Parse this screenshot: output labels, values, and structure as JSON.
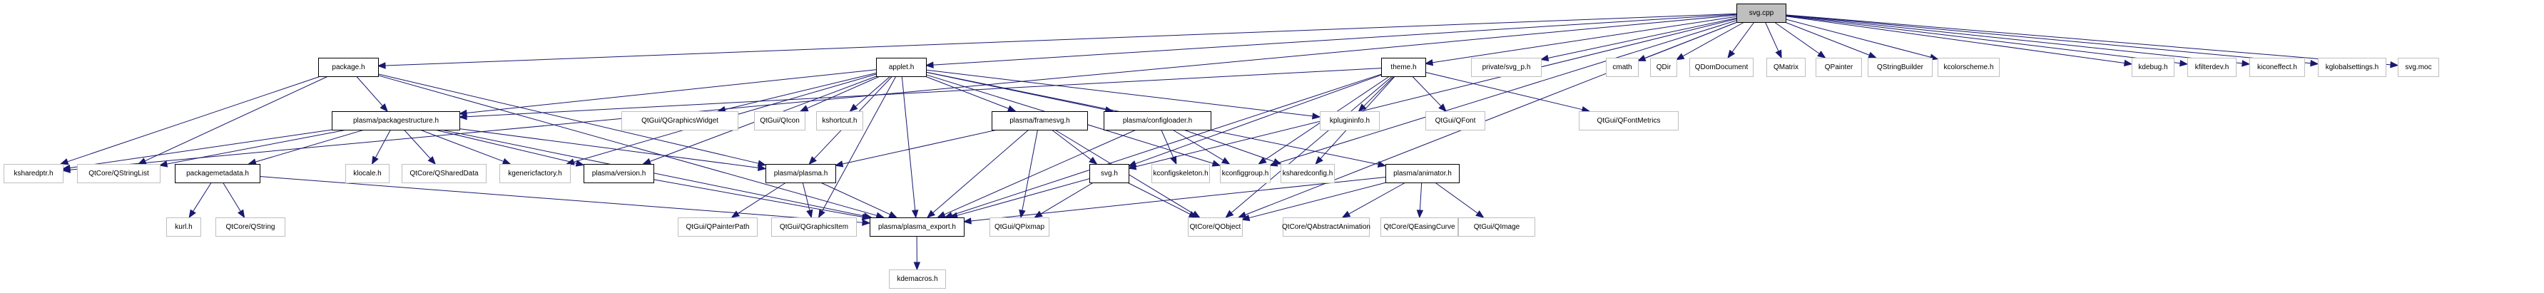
{
  "title": "svg.cpp include dependency graph",
  "colors": {
    "edge": "#191970",
    "root_fill": "#bfbfbf",
    "documented_border": "#000000",
    "external_border": "#bfbfbf"
  },
  "nodes": [
    {
      "id": "svg_cpp",
      "label": "svg.cpp",
      "kind": "root"
    },
    {
      "id": "package_h",
      "label": "package.h",
      "kind": "documented"
    },
    {
      "id": "applet_h",
      "label": "applet.h",
      "kind": "documented"
    },
    {
      "id": "theme_h",
      "label": "theme.h",
      "kind": "documented"
    },
    {
      "id": "private_svg_p_h",
      "label": "private/svg_p.h",
      "kind": "external"
    },
    {
      "id": "cmath",
      "label": "cmath",
      "kind": "external"
    },
    {
      "id": "QDir",
      "label": "QDir",
      "kind": "external"
    },
    {
      "id": "QDomDocument",
      "label": "QDomDocument",
      "kind": "external"
    },
    {
      "id": "QMatrix",
      "label": "QMatrix",
      "kind": "external"
    },
    {
      "id": "QPainter",
      "label": "QPainter",
      "kind": "external"
    },
    {
      "id": "QStringBuilder",
      "label": "QStringBuilder",
      "kind": "external"
    },
    {
      "id": "kcolorscheme_h",
      "label": "kcolorscheme.h",
      "kind": "external"
    },
    {
      "id": "kdebug_h",
      "label": "kdebug.h",
      "kind": "external"
    },
    {
      "id": "kfilterdev_h",
      "label": "kfilterdev.h",
      "kind": "external"
    },
    {
      "id": "kiconeffect_h",
      "label": "kiconeffect.h",
      "kind": "external"
    },
    {
      "id": "kglobalsettings_h",
      "label": "kglobalsettings.h",
      "kind": "external"
    },
    {
      "id": "svg_moc",
      "label": "svg.moc",
      "kind": "external"
    },
    {
      "id": "packagestructure_h",
      "label": "plasma/packagestructure.h",
      "kind": "documented"
    },
    {
      "id": "QGraphicsWidget",
      "label": "QtGui/QGraphicsWidget",
      "kind": "external"
    },
    {
      "id": "QIcon",
      "label": "QtGui/QIcon",
      "kind": "external"
    },
    {
      "id": "kshortcut_h",
      "label": "kshortcut.h",
      "kind": "external"
    },
    {
      "id": "framesvg_h",
      "label": "plasma/framesvg.h",
      "kind": "documented"
    },
    {
      "id": "configloader_h",
      "label": "plasma/configloader.h",
      "kind": "documented"
    },
    {
      "id": "kplugininfo_h",
      "label": "kplugininfo.h",
      "kind": "external"
    },
    {
      "id": "QFont",
      "label": "QtGui/QFont",
      "kind": "external"
    },
    {
      "id": "QFontMetrics",
      "label": "QtGui/QFontMetrics",
      "kind": "external"
    },
    {
      "id": "ksharedptr_h",
      "label": "ksharedptr.h",
      "kind": "external"
    },
    {
      "id": "QStringList",
      "label": "QtCore/QStringList",
      "kind": "external"
    },
    {
      "id": "packagemetadata_h",
      "label": "packagemetadata.h",
      "kind": "documented"
    },
    {
      "id": "klocale_h",
      "label": "klocale.h",
      "kind": "external"
    },
    {
      "id": "QSharedData",
      "label": "QtCore/QSharedData",
      "kind": "external"
    },
    {
      "id": "kgenericfactory_h",
      "label": "kgenericfactory.h",
      "kind": "external"
    },
    {
      "id": "version_h",
      "label": "plasma/version.h",
      "kind": "documented"
    },
    {
      "id": "plasma_h",
      "label": "plasma/plasma.h",
      "kind": "documented"
    },
    {
      "id": "svg_h",
      "label": "svg.h",
      "kind": "documented"
    },
    {
      "id": "kconfigskeleton_h",
      "label": "kconfigskeleton.h",
      "kind": "external"
    },
    {
      "id": "kconfiggroup_h",
      "label": "kconfiggroup.h",
      "kind": "external"
    },
    {
      "id": "ksharedconfig_h",
      "label": "ksharedconfig.h",
      "kind": "external"
    },
    {
      "id": "animator_h",
      "label": "plasma/animator.h",
      "kind": "documented"
    },
    {
      "id": "kurl_h",
      "label": "kurl.h",
      "kind": "external"
    },
    {
      "id": "QString",
      "label": "QtCore/QString",
      "kind": "external"
    },
    {
      "id": "QPainterPath",
      "label": "QtGui/QPainterPath",
      "kind": "external"
    },
    {
      "id": "QGraphicsItem",
      "label": "QtGui/QGraphicsItem",
      "kind": "external"
    },
    {
      "id": "plasma_export_h",
      "label": "plasma/plasma_export.h",
      "kind": "documented"
    },
    {
      "id": "QPixmap",
      "label": "QtGui/QPixmap",
      "kind": "external"
    },
    {
      "id": "QObject",
      "label": "QtCore/QObject",
      "kind": "external"
    },
    {
      "id": "QAbstractAnimation",
      "label": "QtCore/QAbstractAnimation",
      "kind": "external"
    },
    {
      "id": "QEasingCurve",
      "label": "QtCore/QEasingCurve",
      "kind": "external"
    },
    {
      "id": "QImage",
      "label": "QtGui/QImage",
      "kind": "external"
    },
    {
      "id": "kdemacros_h",
      "label": "kdemacros.h",
      "kind": "external"
    }
  ],
  "edges": [
    [
      "svg_cpp",
      "package_h"
    ],
    [
      "svg_cpp",
      "applet_h"
    ],
    [
      "svg_cpp",
      "theme_h"
    ],
    [
      "svg_cpp",
      "private_svg_p_h"
    ],
    [
      "svg_cpp",
      "cmath"
    ],
    [
      "svg_cpp",
      "QDir"
    ],
    [
      "svg_cpp",
      "QDomDocument"
    ],
    [
      "svg_cpp",
      "QMatrix"
    ],
    [
      "svg_cpp",
      "QPainter"
    ],
    [
      "svg_cpp",
      "QStringBuilder"
    ],
    [
      "svg_cpp",
      "kcolorscheme_h"
    ],
    [
      "svg_cpp",
      "kdebug_h"
    ],
    [
      "svg_cpp",
      "kfilterdev_h"
    ],
    [
      "svg_cpp",
      "kiconeffect_h"
    ],
    [
      "svg_cpp",
      "kglobalsettings_h"
    ],
    [
      "svg_cpp",
      "svg_moc"
    ],
    [
      "svg_cpp",
      "ksharedptr_h"
    ],
    [
      "svg_cpp",
      "svg_h"
    ],
    [
      "svg_cpp",
      "kconfiggroup_h"
    ],
    [
      "svg_cpp",
      "QObject"
    ],
    [
      "package_h",
      "packagestructure_h"
    ],
    [
      "package_h",
      "ksharedptr_h"
    ],
    [
      "package_h",
      "QStringList"
    ],
    [
      "package_h",
      "plasma_h"
    ],
    [
      "package_h",
      "plasma_export_h"
    ],
    [
      "applet_h",
      "packagestructure_h"
    ],
    [
      "applet_h",
      "QGraphicsWidget"
    ],
    [
      "applet_h",
      "QIcon"
    ],
    [
      "applet_h",
      "kshortcut_h"
    ],
    [
      "applet_h",
      "framesvg_h"
    ],
    [
      "applet_h",
      "configloader_h"
    ],
    [
      "applet_h",
      "kplugininfo_h"
    ],
    [
      "applet_h",
      "kgenericfactory_h"
    ],
    [
      "applet_h",
      "version_h"
    ],
    [
      "applet_h",
      "plasma_h"
    ],
    [
      "applet_h",
      "QGraphicsItem"
    ],
    [
      "applet_h",
      "kconfiggroup_h"
    ],
    [
      "applet_h",
      "animator_h"
    ],
    [
      "applet_h",
      "plasma_export_h"
    ],
    [
      "theme_h",
      "packagestructure_h"
    ],
    [
      "theme_h",
      "kplugininfo_h"
    ],
    [
      "theme_h",
      "QFont"
    ],
    [
      "theme_h",
      "QFontMetrics"
    ],
    [
      "theme_h",
      "ksharedconfig_h"
    ],
    [
      "theme_h",
      "svg_h"
    ],
    [
      "theme_h",
      "kconfiggroup_h"
    ],
    [
      "theme_h",
      "QObject"
    ],
    [
      "theme_h",
      "plasma_export_h"
    ],
    [
      "packagestructure_h",
      "ksharedptr_h"
    ],
    [
      "packagestructure_h",
      "QStringList"
    ],
    [
      "packagestructure_h",
      "packagemetadata_h"
    ],
    [
      "packagestructure_h",
      "klocale_h"
    ],
    [
      "packagestructure_h",
      "QSharedData"
    ],
    [
      "packagestructure_h",
      "kgenericfactory_h"
    ],
    [
      "packagestructure_h",
      "version_h"
    ],
    [
      "packagestructure_h",
      "plasma_h"
    ],
    [
      "packagestructure_h",
      "plasma_export_h"
    ],
    [
      "packagemetadata_h",
      "kurl_h"
    ],
    [
      "packagemetadata_h",
      "QString"
    ],
    [
      "packagemetadata_h",
      "plasma_export_h"
    ],
    [
      "version_h",
      "plasma_export_h"
    ],
    [
      "plasma_h",
      "QPainterPath"
    ],
    [
      "plasma_h",
      "QGraphicsItem"
    ],
    [
      "plasma_h",
      "plasma_export_h"
    ],
    [
      "framesvg_h",
      "plasma_h"
    ],
    [
      "framesvg_h",
      "svg_h"
    ],
    [
      "framesvg_h",
      "plasma_export_h"
    ],
    [
      "framesvg_h",
      "QPixmap"
    ],
    [
      "framesvg_h",
      "QObject"
    ],
    [
      "configloader_h",
      "kconfigskeleton_h"
    ],
    [
      "configloader_h",
      "kconfiggroup_h"
    ],
    [
      "configloader_h",
      "ksharedconfig_h"
    ],
    [
      "configloader_h",
      "plasma_export_h"
    ],
    [
      "svg_h",
      "plasma_export_h"
    ],
    [
      "svg_h",
      "QPixmap"
    ],
    [
      "svg_h",
      "QObject"
    ],
    [
      "animator_h",
      "QObject"
    ],
    [
      "animator_h",
      "QAbstractAnimation"
    ],
    [
      "animator_h",
      "QEasingCurve"
    ],
    [
      "animator_h",
      "QImage"
    ],
    [
      "animator_h",
      "plasma_export_h"
    ],
    [
      "plasma_export_h",
      "kdemacros_h"
    ]
  ]
}
